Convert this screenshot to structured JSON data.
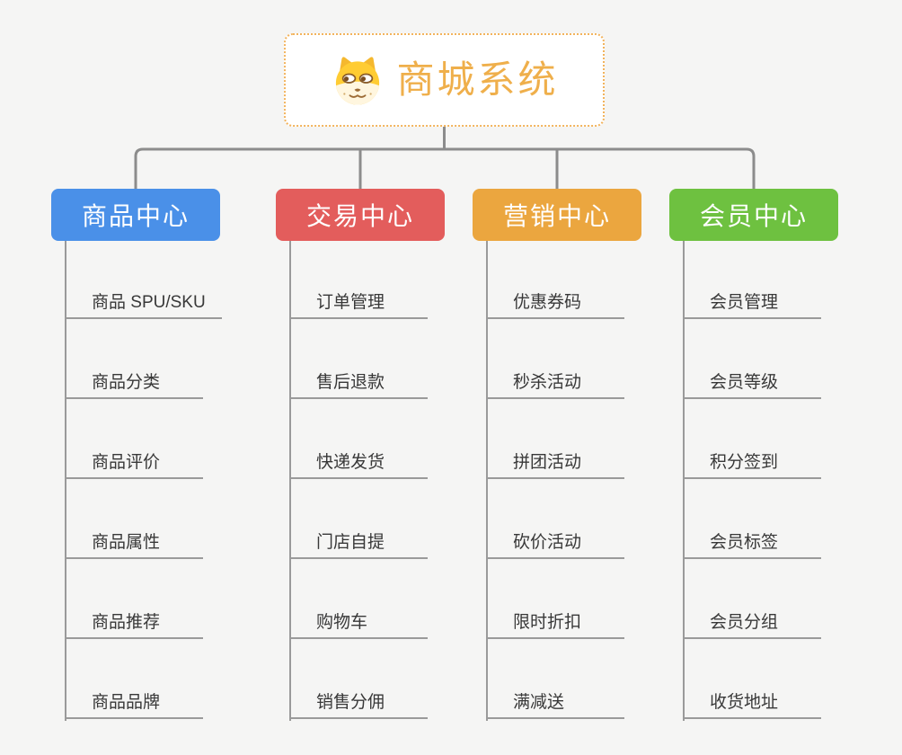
{
  "root": {
    "title": "商城系统",
    "icon": "dog-face-icon",
    "title_color": "#EFAF4B",
    "border_color": "#F2B35C",
    "background": "#FFFFFF"
  },
  "connector_color": "#8C8C8C",
  "underline_color": "#9A9A9A",
  "canvas_background": "#F5F5F4",
  "branches": [
    {
      "label": "商品中心",
      "color": "#4A90E8",
      "items": [
        "商品 SPU/SKU",
        "商品分类",
        "商品评价",
        "商品属性",
        "商品推荐",
        "商品品牌"
      ]
    },
    {
      "label": "交易中心",
      "color": "#E35D5C",
      "items": [
        "订单管理",
        "售后退款",
        "快递发货",
        "门店自提",
        "购物车",
        "销售分佣"
      ]
    },
    {
      "label": "营销中心",
      "color": "#EBA63F",
      "items": [
        "优惠券码",
        "秒杀活动",
        "拼团活动",
        "砍价活动",
        "限时折扣",
        "满减送"
      ]
    },
    {
      "label": "会员中心",
      "color": "#6EC140",
      "items": [
        "会员管理",
        "会员等级",
        "积分签到",
        "会员标签",
        "会员分组",
        "收货地址"
      ]
    }
  ]
}
